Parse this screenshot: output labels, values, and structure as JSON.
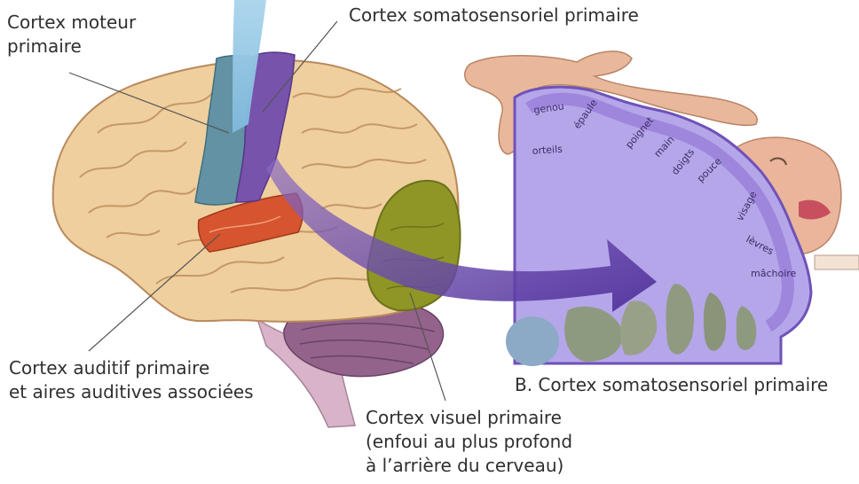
{
  "labels": {
    "motor_cortex": [
      "Cortex moteur",
      "primaire"
    ],
    "somatosensory_cortex": "Cortex somatosensoriel primaire",
    "auditory_cortex": [
      "Cortex auditif primaire",
      "et aires auditives associées"
    ],
    "visual_cortex": [
      "Cortex visuel primaire",
      "(enfoui au plus profond",
      "à l’arrière du cerveau)"
    ],
    "panel_b_caption": "B. Cortex somatosensoriel primaire"
  },
  "body_map": [
    "genou",
    "épaule",
    "orteils",
    "poignet",
    "main",
    "doigts",
    "pouce",
    "visage",
    "lèvres",
    "mâchoire"
  ],
  "colors": {
    "motor": "#5f8fa0",
    "somatosensory": "#7a55ad",
    "auditory": "#d4512e",
    "visual": "#8d9424",
    "brain": "#eecda0",
    "section": "#b4a4ea",
    "arrow": "#5b3aa2"
  }
}
